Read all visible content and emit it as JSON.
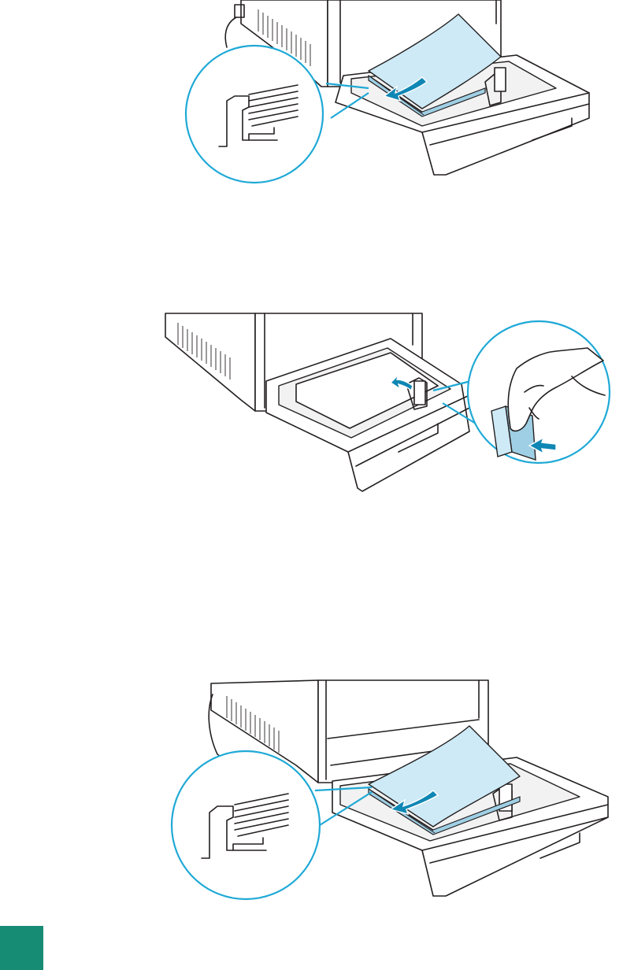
{
  "figures": [
    {
      "name": "load-paper-with-callout"
    },
    {
      "name": "adjust-paper-guide"
    },
    {
      "name": "load-paper-tray-2"
    }
  ],
  "colors": {
    "callout_outline": "#1fa9d6",
    "paper": "#cdeaf6",
    "arrow": "#0f87b4",
    "page_tab": "#178c75"
  },
  "icons": [
    "arrow-icon",
    "hand-icon"
  ]
}
